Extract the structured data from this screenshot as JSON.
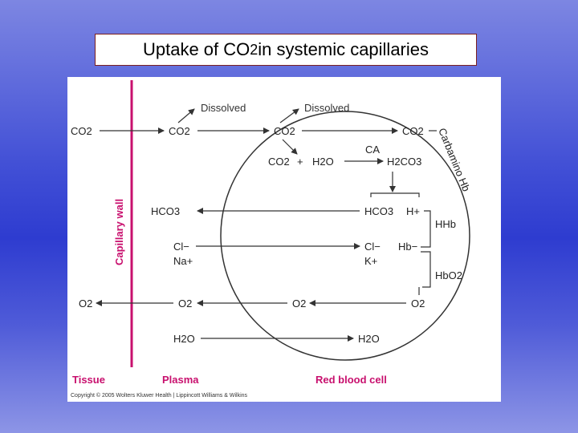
{
  "title": {
    "prefix": "Uptake of CO",
    "sub": "2",
    "suffix": " in systemic capillaries"
  },
  "labels": {
    "dissolved_plasma": "Dissolved",
    "dissolved_rbc": "Dissolved",
    "co2_tissue": "CO2",
    "co2_plasma": "CO2",
    "co2_rbc": "CO2",
    "co2_carbamino": "CO2",
    "carbamino_hb": "Carbamino Hb",
    "ca": "CA",
    "reaction_co2": "CO2",
    "reaction_plus": "+",
    "reaction_h2o": "H2O",
    "reaction_h2co3": "H2CO3",
    "hco3_plasma": "HCO3",
    "hco3_rbc": "HCO3",
    "h_plus": "H+",
    "hhb": "HHb",
    "cl_plasma": "Cl−",
    "na_plasma": "Na+",
    "cl_rbc": "Cl−",
    "k_rbc": "K+",
    "hb_minus": "Hb−",
    "hbo2": "HbO2",
    "o2_tissue": "O2",
    "o2_plasma": "O2",
    "o2_rbc": "O2",
    "o2_hb": "O2",
    "h2o_plasma": "H2O",
    "h2o_rbc": "H2O",
    "capillary_wall": "Capillary wall"
  },
  "regions": {
    "tissue": "Tissue",
    "plasma": "Plasma",
    "rbc": "Red blood cell"
  },
  "copyright": "Copyright © 2005 Wolters Kluwer Health | Lippincott Williams & Wilkins",
  "colors": {
    "accent": "#c8106e",
    "title_border": "#7a1f1f"
  }
}
